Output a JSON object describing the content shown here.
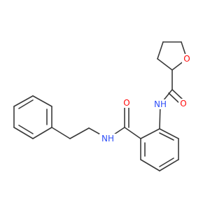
{
  "molecule": {
    "colors": {
      "bond": "#3a3a3a",
      "oxygen": "#ff0d0d",
      "nitrogen": "#3050f8",
      "background": "#ffffff"
    },
    "labels": {
      "ring_oxygen": "O",
      "carbonyl_oxygen_right": "O",
      "carbonyl_oxygen_left": "O",
      "amide_nitrogen_upper": "NH",
      "amide_nitrogen_lower": "NH"
    }
  }
}
